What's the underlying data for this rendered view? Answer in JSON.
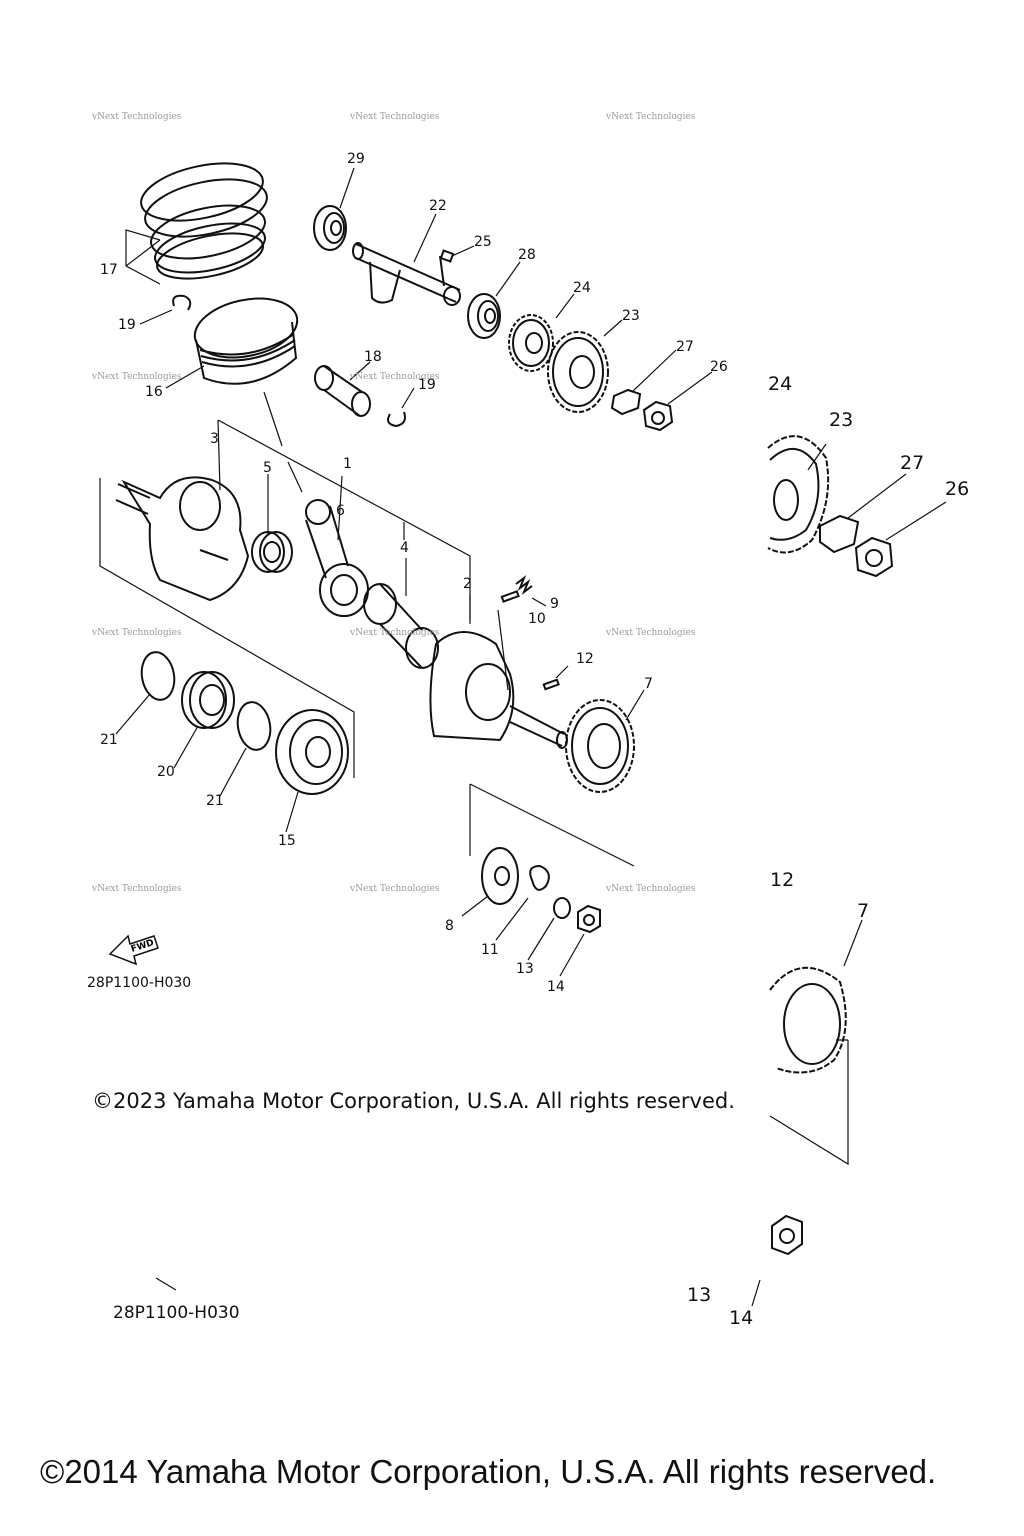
{
  "callouts": {
    "n1": "1",
    "n2": "2",
    "n3": "3",
    "n4": "4",
    "n5": "5",
    "n6": "6",
    "n7": "7",
    "n8": "8",
    "n9": "9",
    "n10": "10",
    "n11": "11",
    "n12": "12",
    "n13": "13",
    "n14": "14",
    "n15": "15",
    "n16": "16",
    "n17": "17",
    "n18": "18",
    "n19": "19",
    "n20": "20",
    "n21": "21",
    "n22": "22",
    "n23": "23",
    "n24": "24",
    "n25": "25",
    "n26": "26",
    "n27": "27",
    "n28": "28",
    "n29": "29"
  },
  "watermark": "vNext Technologies",
  "fwd_label": "FWD",
  "diagram_code": "28P1100-H030",
  "copyright_2023": "©2023 Yamaha Motor Corporation, U.S.A. All rights reserved.",
  "copyright_2014": "©2014 Yamaha Motor Corporation, U.S.A. All rights reserved.",
  "colors": {
    "line": "#111111",
    "watermark": "#9a9a9a",
    "background": "#ffffff"
  }
}
